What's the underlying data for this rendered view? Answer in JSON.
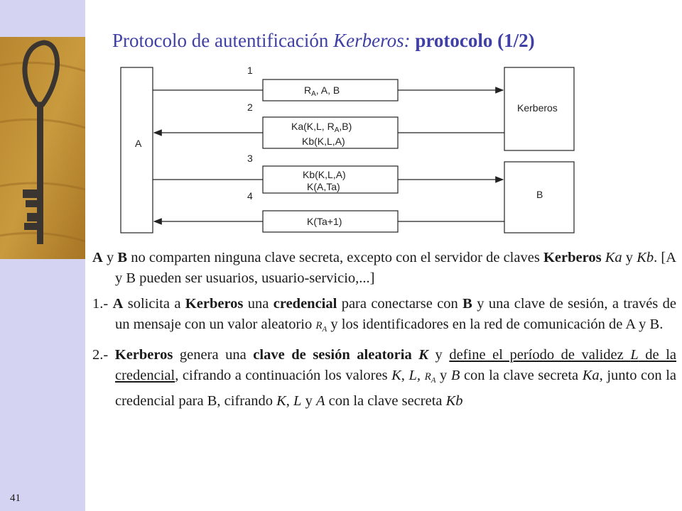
{
  "slide": {
    "number": "41",
    "title_prefix": "Protocolo de autentificación ",
    "title_italic": "Kerberos:",
    "title_bold": "protocolo (1/2)"
  },
  "diagram": {
    "entity_a": "A",
    "entity_kerberos": "Kerberos",
    "entity_b": "B",
    "steps": [
      "1",
      "2",
      "3",
      "4"
    ],
    "message1": {
      "r": "R",
      "sub": "A",
      "rest": ", A, B"
    },
    "message2": {
      "line1_pre": "Ka(K,L, R",
      "line1_sub": "A",
      "line1_post": ",B)",
      "line2": "Kb(K,L,A)"
    },
    "message3": {
      "line1": "Kb(K,L,A)",
      "line2": "K(A,Ta)"
    },
    "message4": "K(Ta+1)"
  },
  "text": {
    "p1": {
      "a": "A",
      "y1": " y ",
      "b": "B",
      "t1": " no comparten ninguna clave secreta, excepto con el servidor de claves ",
      "kerberos": "Kerberos",
      "sp1": " ",
      "ka": "Ka",
      "y2": " y ",
      "kb": "Kb",
      "t2": ". [A y B pueden ser usuarios, usuario-servicio,...]"
    },
    "p2": {
      "num": "1.- ",
      "a": "A",
      "t1": " solicita a ",
      "kerberos": "Kerberos",
      "t2": " una ",
      "credencial": "credencial",
      "t3": " para conectarse con ",
      "b": "B",
      "t4": " y una clave de sesión, a través de un mensaje con un valor aleatorio ",
      "r": "R",
      "rsub": "A",
      "t5": " y los identificadores en la red de comunicación de A y B."
    },
    "p3": {
      "num": "2.- ",
      "kerberos": "Kerberos",
      "t1": " genera una ",
      "clave": "clave de sesión aleatoria",
      "sp": " ",
      "k": "K",
      "t2": " y ",
      "u1": "define el período de validez ",
      "uL": "L",
      "u2": " de la credencial",
      "t3": ", cifrando a continuación los valores ",
      "kv": "K",
      "c1": ", ",
      "lv": "L,",
      "sp2": " ",
      "r": "R",
      "rsub": "A",
      "t4": " y ",
      "bv": "B",
      "t5": " con la clave secreta ",
      "ka": "Ka,",
      "t6": " junto con la credencial para B, cifrando ",
      "k2": "K",
      "c2": ", ",
      "l2": "L",
      "t7": " y ",
      "a2": "A",
      "t8": " con la clave secreta ",
      "kb": "Kb"
    }
  }
}
